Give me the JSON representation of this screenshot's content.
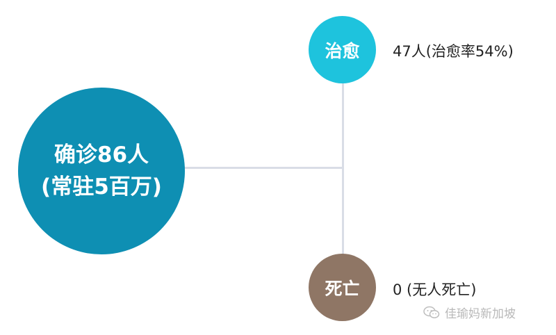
{
  "main": {
    "line1": "确诊86人",
    "line2": "(常驻5百万)"
  },
  "recovered": {
    "circle_label": "治愈",
    "detail": "47人(治愈率54%)"
  },
  "death": {
    "circle_label": "死亡",
    "detail": "0 (无人死亡)"
  },
  "watermark": {
    "icon": "wechat-icon",
    "text": "佳瑜妈新加坡"
  },
  "colors": {
    "main_circle": "#0e8fb3",
    "recovered_circle": "#1ec3dd",
    "death_circle": "#8f7665",
    "connector": "#d9dde6"
  }
}
